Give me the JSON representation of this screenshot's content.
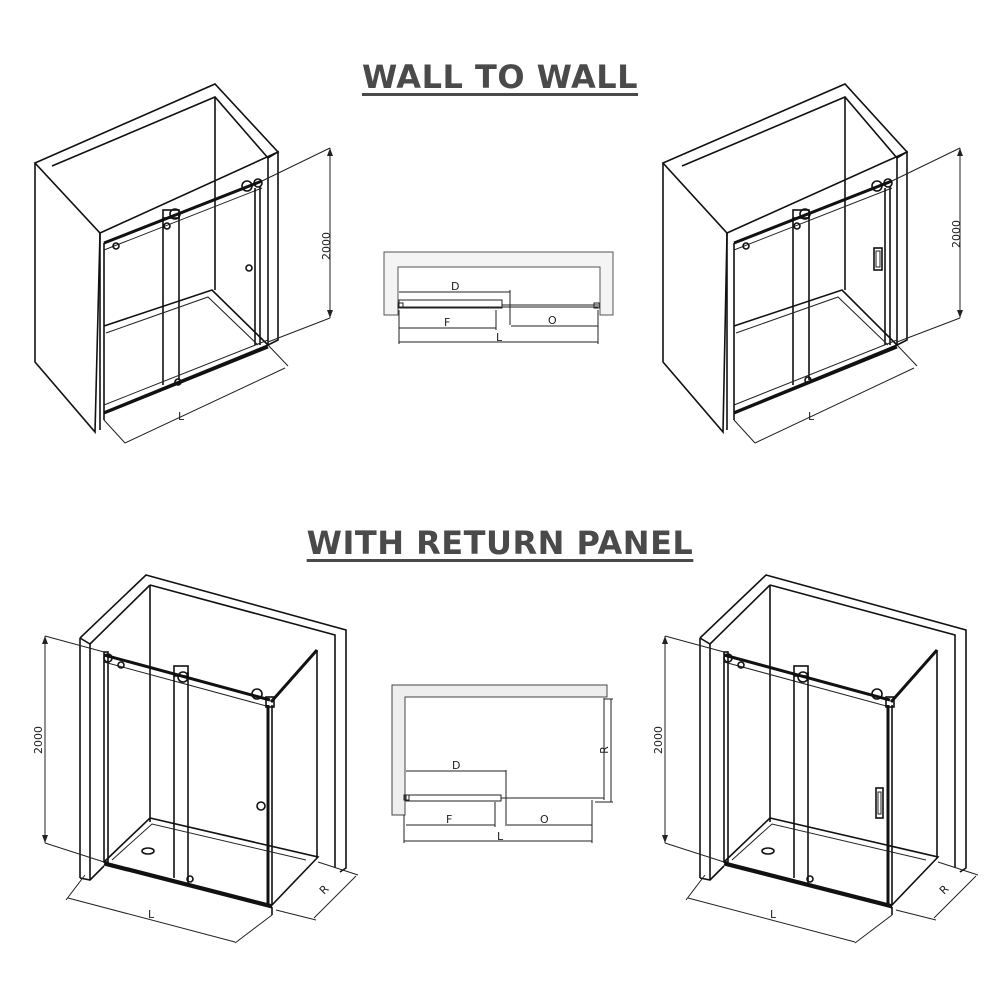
{
  "sections": {
    "wall_to_wall": {
      "title": "WALL TO WALL",
      "left_view": {
        "height_label": "2000",
        "width_label": "L",
        "handle": "round-knob"
      },
      "plan_view": {
        "labels": {
          "d": "D",
          "f": "F",
          "o": "O",
          "l": "L"
        }
      },
      "right_view": {
        "height_label": "2000",
        "width_label": "L",
        "handle": "pull-handle"
      }
    },
    "with_return_panel": {
      "title": "WITH RETURN PANEL",
      "left_view": {
        "height_label": "2000",
        "width_label": "L",
        "depth_label": "R",
        "handle": "round-knob"
      },
      "plan_view": {
        "labels": {
          "d": "D",
          "f": "F",
          "o": "O",
          "l": "L",
          "r": "R"
        }
      },
      "right_view": {
        "height_label": "2000",
        "width_label": "L",
        "depth_label": "R",
        "handle": "pull-handle"
      }
    }
  },
  "colors": {
    "heading": "#4a4a4a",
    "line": "#111111",
    "background": "#ffffff"
  }
}
